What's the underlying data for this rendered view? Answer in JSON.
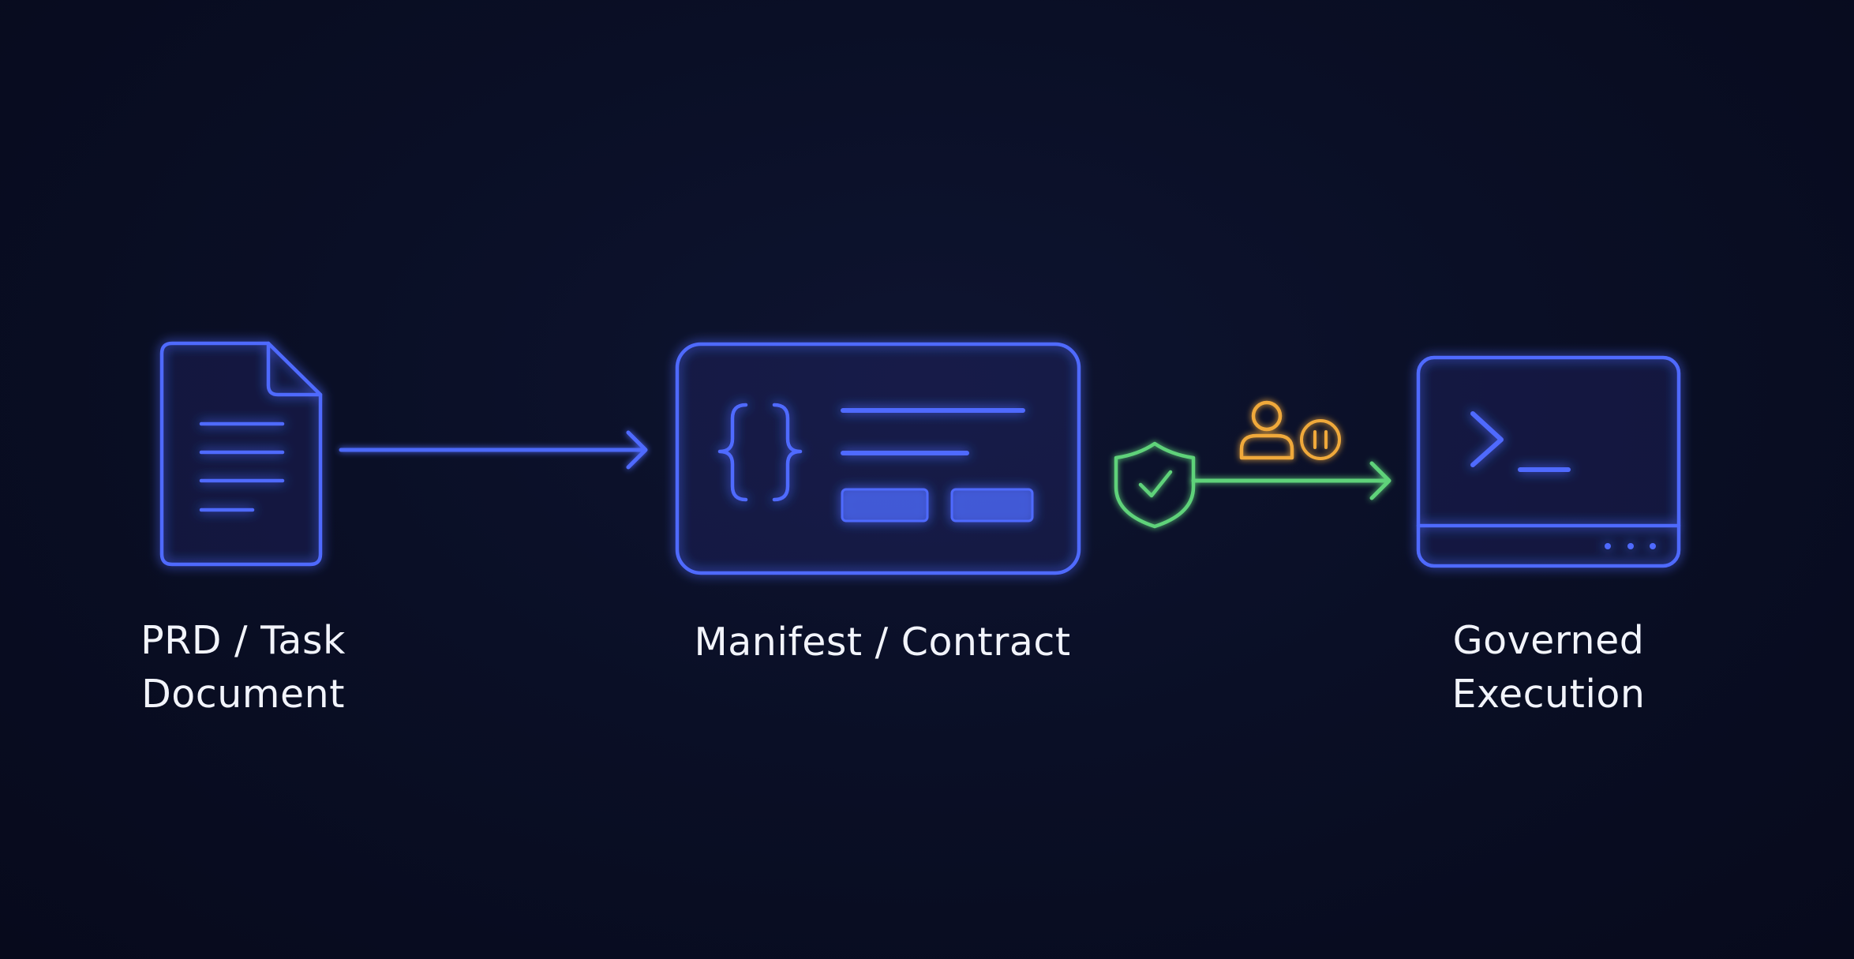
{
  "colors": {
    "background": "#090d22",
    "accent_blue": "#4f6bff",
    "accent_green": "#5fd27a",
    "accent_amber": "#f0a93b",
    "label_text": "#f2f4fb"
  },
  "nodes": [
    {
      "id": "prd",
      "icon": "document-icon",
      "label_lines": [
        "PRD / Task",
        "Document"
      ]
    },
    {
      "id": "manifest",
      "icon": "code-braces-card-icon",
      "label_lines": [
        "Manifest / Contract"
      ]
    },
    {
      "id": "governed",
      "icon": "terminal-window-icon",
      "label_lines": [
        "Governed",
        "Execution"
      ]
    }
  ],
  "edges": [
    {
      "from": "prd",
      "to": "manifest",
      "color": "#4f6bff"
    },
    {
      "from": "manifest",
      "to": "governed",
      "color": "#5fd27a",
      "icons": [
        "shield-check-icon",
        "user-icon",
        "pause-icon"
      ]
    }
  ]
}
